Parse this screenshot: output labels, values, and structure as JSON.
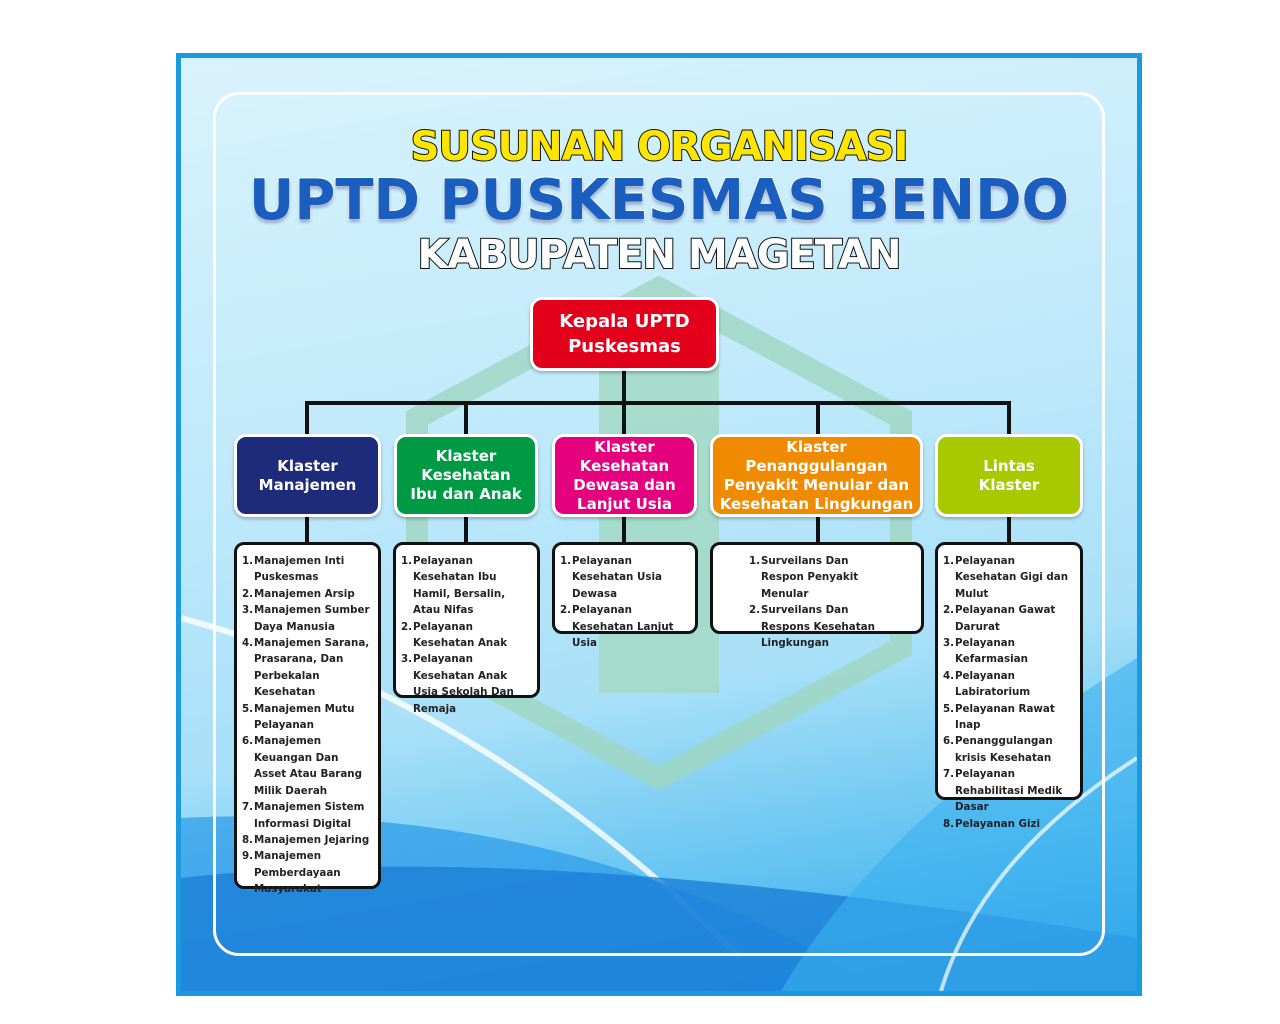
{
  "title": {
    "line1": "SUSUNAN ORGANISASI",
    "line2": "UPTD PUSKESMAS BENDO",
    "line3": "KABUPATEN MAGETAN"
  },
  "head": {
    "label": "Kepala UPTD\nPuskesmas",
    "color": "#e2001a"
  },
  "clusters": [
    {
      "label": "Klaster\nManajemen",
      "color": "#1e2a7a",
      "items": [
        "Manajemen Inti Puskesmas",
        "Manajemen Arsip",
        "Manajemen Sumber Daya Manusia",
        "Manajemen Sarana, Prasarana, Dan Perbekalan Kesehatan",
        "Manajemen Mutu Pelayanan",
        "Manajemen Keuangan Dan Asset Atau Barang Milik Daerah",
        "Manajemen Sistem Informasi Digital",
        "Manajemen Jejaring",
        "Manajemen Pemberdayaan Masyarakat"
      ]
    },
    {
      "label": "Klaster\nKesehatan\nIbu dan Anak",
      "color": "#009a44",
      "items": [
        "Pelayanan Kesehatan Ibu Hamil, Bersalin, Atau Nifas",
        "Pelayanan Kesehatan Anak",
        "Pelayanan Kesehatan Anak Usia Sekolah Dan Remaja"
      ]
    },
    {
      "label": "Klaster Kesehatan\nDewasa dan\nLanjut Usia",
      "color": "#e5007e",
      "items": [
        "Pelayanan Kesehatan Usia Dewasa",
        "Pelayanan Kesehatan Lanjut Usia"
      ]
    },
    {
      "label": "Klaster Penanggulangan\nPenyakit Menular dan\nKesehatan Lingkungan",
      "color": "#f08a00",
      "items": [
        "Surveilans Dan Respon Penyakit Menular",
        "Surveilans Dan Respons Kesehatan Lingkungan"
      ]
    },
    {
      "label": "Lintas\nKlaster",
      "color": "#a8c800",
      "items": [
        "Pelayanan Kesehatan Gigi dan Mulut",
        "Pelayanan Gawat Darurat",
        "Pelayanan Kefarmasian",
        "Pelayanan Labiratorium",
        "Pelayanan Rawat Inap",
        "Penanggulangan krisis Kesehatan",
        "Pelayanan Rehabilitasi Medik Dasar",
        "Pelayanan Gizi"
      ]
    }
  ]
}
